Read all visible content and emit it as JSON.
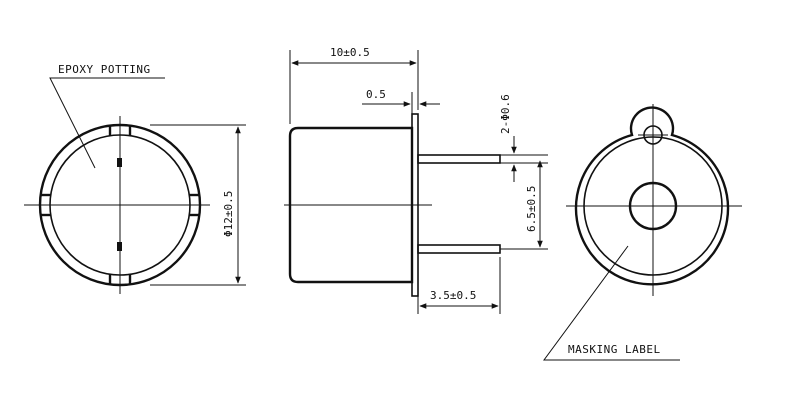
{
  "labels": {
    "epoxy_potting": "EPOXY POTTING",
    "masking_label": "MASKING LABEL"
  },
  "dimensions": {
    "body_length": "10±0.5",
    "lead_offset": "0.5",
    "pin_diameter": "2-Φ0.6",
    "diameter": "Φ12±0.5",
    "pin_spacing": "6.5±0.5",
    "lead_length": "3.5±0.5"
  },
  "colors": {
    "ink": "#111111",
    "background": "#ffffff"
  }
}
